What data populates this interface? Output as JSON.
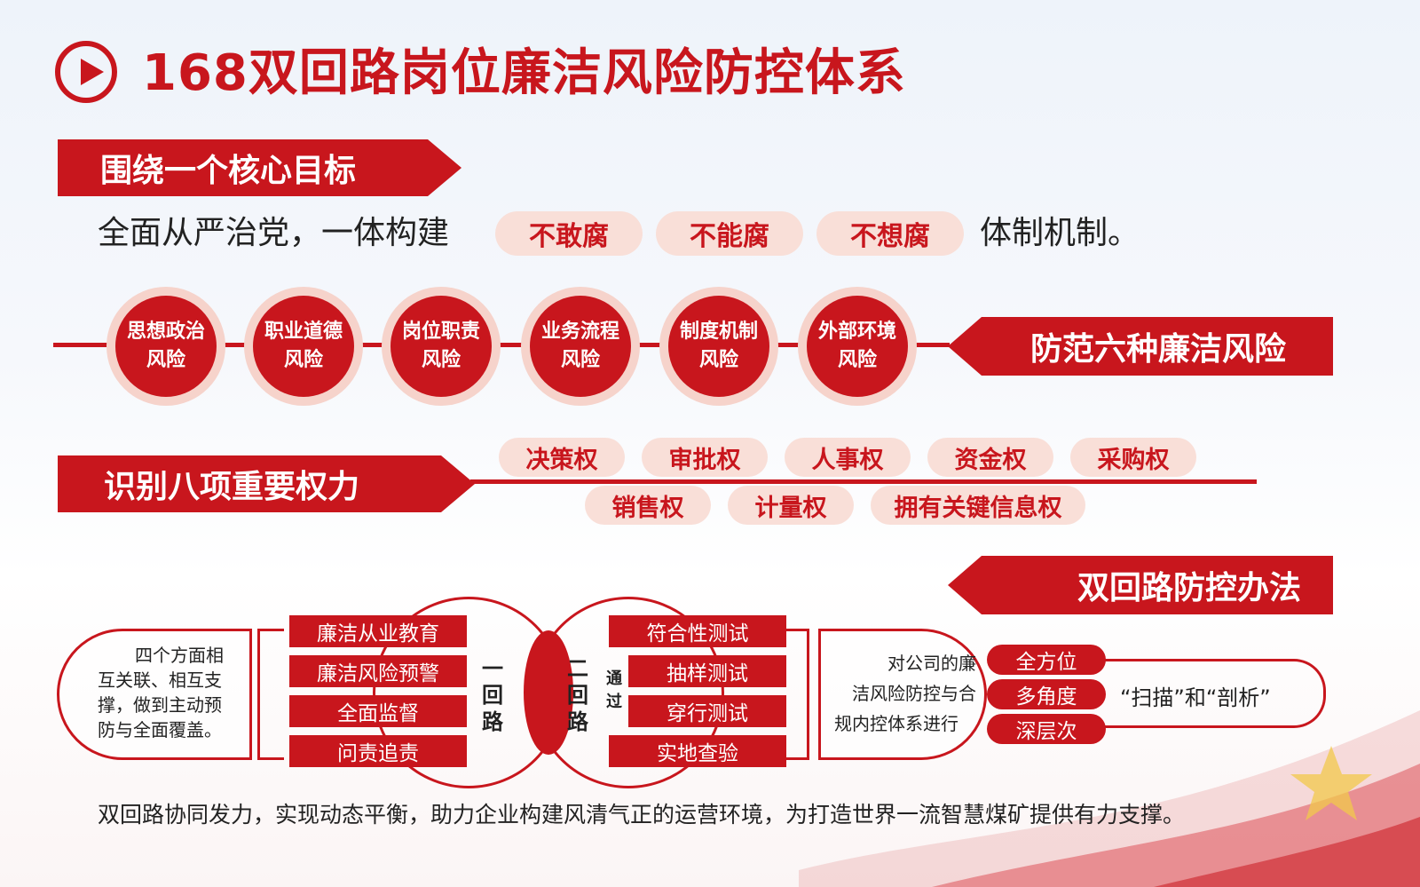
{
  "title": "168双回路岗位廉洁风险防控体系",
  "core": {
    "banner": "围绕一个核心目标",
    "text_prefix": "全面从严治党，一体构建",
    "pills": [
      "不敢腐",
      "不能腐",
      "不想腐"
    ],
    "text_suffix": "体制机制。"
  },
  "risks": {
    "banner": "防范六种廉洁风险",
    "items": [
      {
        "line1": "思想政治",
        "line2": "风险"
      },
      {
        "line1": "职业道德",
        "line2": "风险"
      },
      {
        "line1": "岗位职责",
        "line2": "风险"
      },
      {
        "line1": "业务流程",
        "line2": "风险"
      },
      {
        "line1": "制度机制",
        "line2": "风险"
      },
      {
        "line1": "外部环境",
        "line2": "风险"
      }
    ]
  },
  "powers": {
    "banner": "识别八项重要权力",
    "row1": [
      "决策权",
      "审批权",
      "人事权",
      "资金权",
      "采购权"
    ],
    "row2": [
      "销售权",
      "计量权",
      "拥有关键信息权"
    ]
  },
  "method": {
    "banner": "双回路防控办法",
    "left_text": [
      "四个方面相",
      "互关联、相互支",
      "撑，做到主动预",
      "防与全面覆盖。"
    ],
    "loop1_items": [
      "廉洁从业教育",
      "廉洁风险预警",
      "全面监督",
      "问责追责"
    ],
    "loop1_label": "一回路",
    "loop2_label": "二回路",
    "via_label": "通过",
    "loop2_items": [
      "符合性测试",
      "抽样测试",
      "穿行测试",
      "实地查验"
    ],
    "right_text": [
      "对公司的廉",
      "洁风险防控与合",
      "规内控体系进行"
    ],
    "dimensions": [
      "全方位",
      "多角度",
      "深层次"
    ],
    "scan_text": "“扫描”和“剖析”"
  },
  "footer": "双回路协同发力，实现动态平衡，助力企业构建风清气正的运营环境，为打造世界一流智慧煤矿提供有力支撑。",
  "colors": {
    "primary": "#c8161d",
    "pill_bg": "#f9dfd8",
    "circle_ring": "#f6d3cb"
  }
}
